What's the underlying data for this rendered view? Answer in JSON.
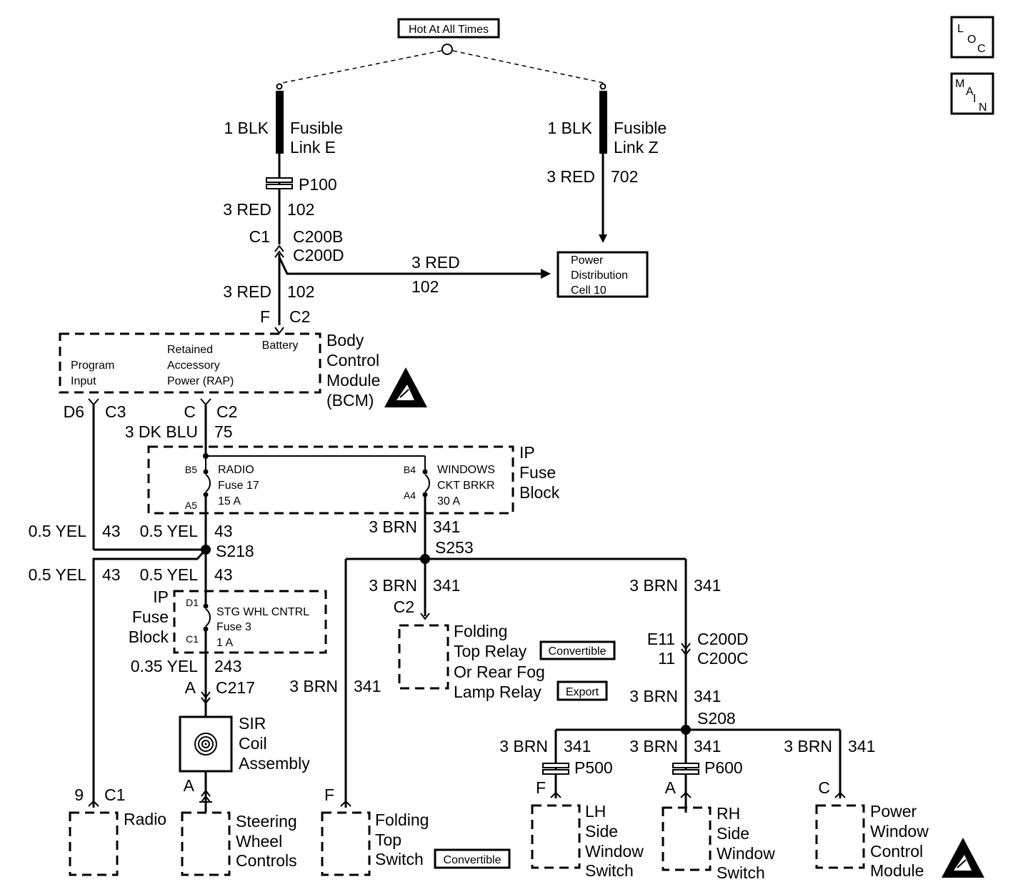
{
  "header": {
    "hot": "Hot At All Times"
  },
  "corner": {
    "loc": [
      "L",
      "O",
      "C"
    ],
    "main": [
      "M",
      "A",
      "I",
      "N"
    ]
  },
  "fusible_e": {
    "wire": "1 BLK",
    "l1": "Fusible",
    "l2": "Link E"
  },
  "fusible_z": {
    "wire": "1 BLK",
    "l1": "Fusible",
    "l2": "Link Z"
  },
  "p100": "P100",
  "w102a": {
    "gauge": "3 RED",
    "circ": "102"
  },
  "w702": {
    "gauge": "3 RED",
    "circ": "702"
  },
  "c200": {
    "pin": "C1",
    "l1": "C200B",
    "l2": "C200D"
  },
  "w102h": {
    "gauge": "3 RED",
    "circ": "102"
  },
  "pdc": {
    "l1": "Power",
    "l2": "Distribution",
    "l3": "Cell 10"
  },
  "w102b": {
    "gauge": "3 RED",
    "circ": "102"
  },
  "bcm_top": {
    "pin": "F",
    "conn": "C2"
  },
  "bcm": {
    "battery": "Battery",
    "rap1": "Retained",
    "rap2": "Accessory",
    "rap3": "Power (RAP)",
    "pi1": "Program",
    "pi2": "Input",
    "n1": "Body",
    "n2": "Control",
    "n3": "Module",
    "n4": "(BCM)"
  },
  "bcm_bottom": {
    "d6": "D6",
    "c3": "C3",
    "c": "C",
    "c2": "C2"
  },
  "w75": {
    "gauge": "3 DK BLU",
    "circ": "75"
  },
  "ipfb1": {
    "n1": "IP",
    "n2": "Fuse",
    "n3": "Block",
    "b5": "B5",
    "a5": "A5",
    "r1": "RADIO",
    "r2": "Fuse 17",
    "r3": "15 A",
    "b4": "B4",
    "a4": "A4",
    "w1": "WINDOWS",
    "w2": "CKT BRKR",
    "w3": "30 A"
  },
  "w43a": {
    "g1": "0.5 YEL",
    "c1": "43",
    "g2": "0.5 YEL",
    "c2": "43"
  },
  "w341a": {
    "gauge": "3 BRN",
    "circ": "341"
  },
  "s218": "S218",
  "s253": "S253",
  "w43b": {
    "g1": "0.5 YEL",
    "c1": "43",
    "g2": "0.5 YEL",
    "c2": "43"
  },
  "w341b": {
    "gauge": "3 BRN",
    "circ": "341",
    "conn": "C2"
  },
  "w341c": {
    "gauge": "3 BRN",
    "circ": "341"
  },
  "ipfb2": {
    "n1": "IP",
    "n2": "Fuse",
    "n3": "Block",
    "d1": "D1",
    "c1": "C1",
    "s1": "STG WHL CNTRL",
    "s2": "Fuse 3",
    "s3": "1 A"
  },
  "folding_relay": {
    "l1": "Folding",
    "l2": "Top Relay",
    "l3": "Or Rear Fog",
    "l4": "Lamp Relay",
    "tag1": "Convertible",
    "tag2": "Export"
  },
  "c200dc": {
    "e11": "E11",
    "p11": "11",
    "l1": "C200D",
    "l2": "C200C"
  },
  "w243": {
    "gauge": "0.35 YEL",
    "circ": "243",
    "pin": "A",
    "conn": "C217"
  },
  "w341d": {
    "gauge": "3 BRN",
    "circ": "341"
  },
  "w341e": {
    "gauge": "3 BRN",
    "circ": "341"
  },
  "s208": "S208",
  "sir": {
    "l1": "SIR",
    "l2": "Coil",
    "l3": "Assembly",
    "pin": "A"
  },
  "w341f": {
    "gauge": "3 BRN",
    "circ": "341"
  },
  "w341g": {
    "gauge": "3 BRN",
    "circ": "341"
  },
  "w341h": {
    "gauge": "3 BRN",
    "circ": "341"
  },
  "p500": "P500",
  "p600": "P600",
  "radio": {
    "pin": "9",
    "conn": "C1",
    "label": "Radio"
  },
  "swc": {
    "l1": "Steering",
    "l2": "Wheel",
    "l3": "Controls"
  },
  "fts": {
    "pin": "F",
    "l1": "Folding",
    "l2": "Top",
    "l3": "Switch",
    "tag": "Convertible"
  },
  "lhs": {
    "pin": "F",
    "l1": "LH",
    "l2": "Side",
    "l3": "Window",
    "l4": "Switch"
  },
  "rhs": {
    "pin": "A",
    "l1": "RH",
    "l2": "Side",
    "l3": "Window",
    "l4": "Switch"
  },
  "pwcm": {
    "pin": "C",
    "l1": "Power",
    "l2": "Window",
    "l3": "Control",
    "l4": "Module"
  },
  "icons": [
    "esd-warning-icon",
    "coil-spiral-icon",
    "splice-icon",
    "connector-icon",
    "fuse-icon",
    "arrow-icon"
  ]
}
